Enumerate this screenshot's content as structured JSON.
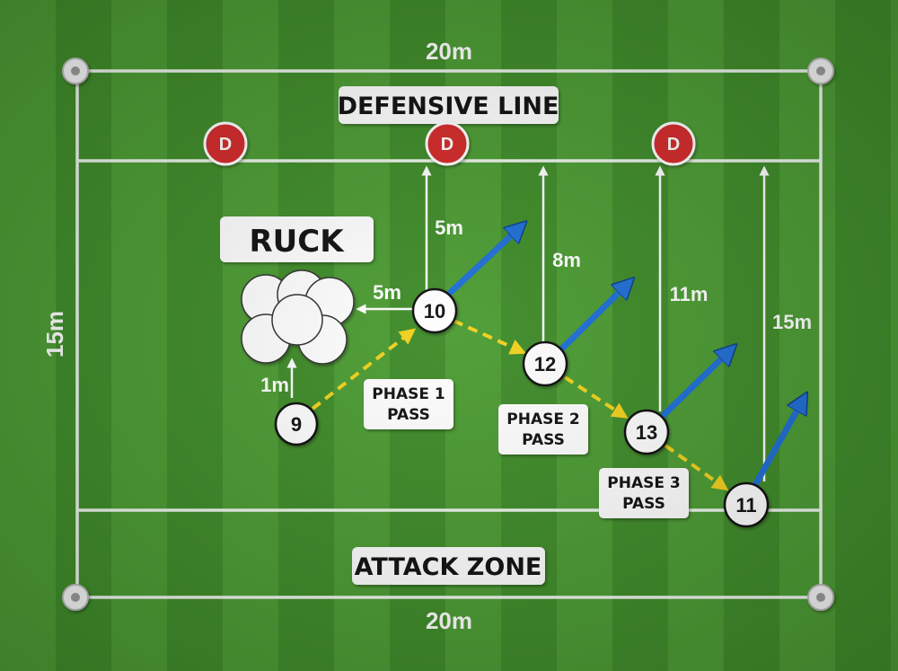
{
  "dimensions": {
    "top_width": "20m",
    "bottom_width": "20m",
    "depth": "15m"
  },
  "zones": {
    "defensive_line": "DEFENSIVE LINE",
    "ruck": "RUCK",
    "attack_zone": "ATTACK ZONE"
  },
  "defenders": [
    {
      "label": "D"
    },
    {
      "label": "D"
    },
    {
      "label": "D"
    }
  ],
  "players": [
    {
      "number": "9"
    },
    {
      "number": "10"
    },
    {
      "number": "12"
    },
    {
      "number": "13"
    },
    {
      "number": "11"
    }
  ],
  "distances": {
    "ruck_offset": "1m",
    "ruck_to_10": "5m",
    "d10": "5m",
    "d12": "8m",
    "d13": "11m",
    "d11": "15m"
  },
  "passes": [
    {
      "line1": "PHASE 1",
      "line2": "PASS"
    },
    {
      "line1": "PHASE 2",
      "line2": "PASS"
    },
    {
      "line1": "PHASE 3",
      "line2": "PASS"
    }
  ],
  "colors": {
    "defender": "#d42a2a",
    "pass_arrow": "#f2d21c",
    "run_arrow": "#1f6fd6",
    "line": "#ffffff"
  }
}
